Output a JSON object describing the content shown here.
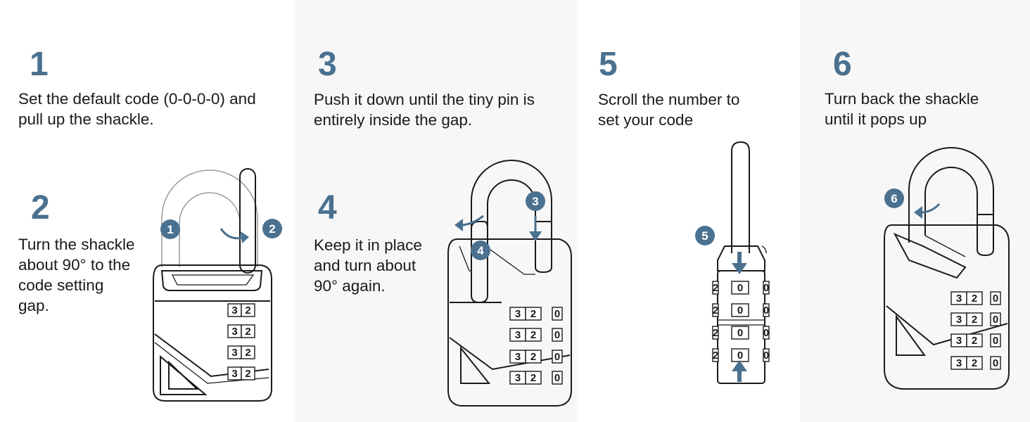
{
  "steps": [
    {
      "number": "1",
      "text_lines": [
        "Set the default code (0-0-0-0) and",
        "pull up the shackle."
      ]
    },
    {
      "number": "2",
      "text_lines": [
        "Turn the shackle",
        "about 90° to the",
        "code setting",
        "gap."
      ]
    },
    {
      "number": "3",
      "text_lines": [
        "Push it down until the tiny pin is",
        "entirely inside the gap."
      ]
    },
    {
      "number": "4",
      "text_lines": [
        "Keep it in place",
        "and turn about",
        "90° again."
      ]
    },
    {
      "number": "5",
      "text_lines": [
        "Scroll the number to",
        "set your code"
      ]
    },
    {
      "number": "6",
      "text_lines": [
        "Turn back the shackle",
        "until it pops up"
      ]
    }
  ],
  "badges": {
    "b1": "1",
    "b2": "2",
    "b3": "3",
    "b4": "4",
    "b5": "5",
    "b6": "6"
  },
  "dial_digits": {
    "a": "3",
    "b": "2",
    "zero": "0"
  },
  "colors": {
    "accent": "#4a7190",
    "panel_alt": "#f7f7f7",
    "line": "#1a1a1a"
  }
}
